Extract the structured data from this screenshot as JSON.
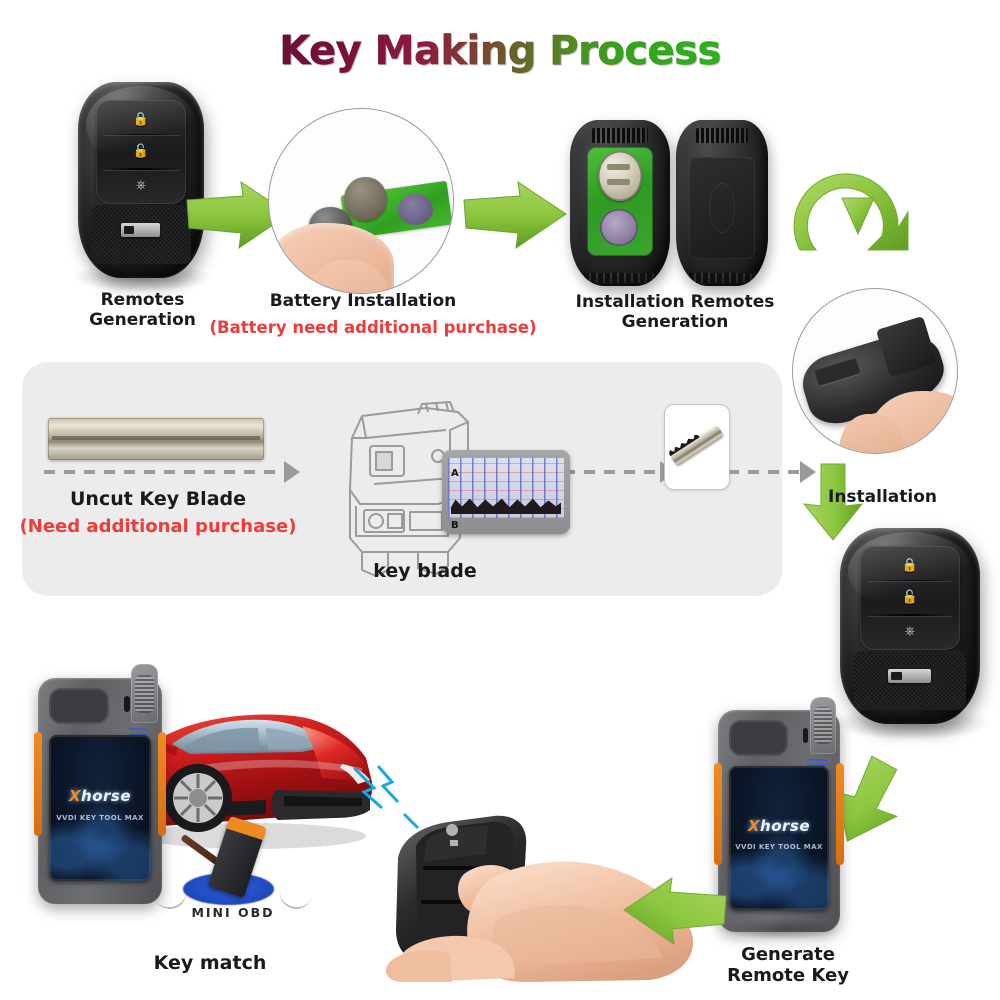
{
  "page": {
    "title_part1": "Key Making",
    "title_part2": "Process",
    "background_color": "#ffffff"
  },
  "colors": {
    "title_start": "#6b0f35",
    "title_end": "#2eb31a",
    "arrow_green": "#8cc63f",
    "note_red": "#ee3b3b",
    "panel_gray": "#ececec",
    "accent_orange": "#f08a22",
    "signal_blue": "#1ba7e0",
    "car_red": "#cc1f20"
  },
  "steps": [
    {
      "id": "remotes-generation",
      "label": "Remotes\nGeneration",
      "note": ""
    },
    {
      "id": "battery-installation",
      "label": "Battery Installation",
      "note": "(Battery need additional purchase)"
    },
    {
      "id": "installation-remotes-generation",
      "label": "Installation Remotes\nGeneration",
      "note": ""
    },
    {
      "id": "installation",
      "label": "Installation",
      "note": ""
    },
    {
      "id": "key-match",
      "label": "Key match",
      "note": ""
    },
    {
      "id": "generate-remote-key",
      "label": "Generate\nRemote Key",
      "note": ""
    }
  ],
  "blade_panel": {
    "uncut_label": "Uncut Key  Blade",
    "uncut_note": "(Need additional purchase)",
    "machine_label": "key blade",
    "screen_marker_a": "A",
    "screen_marker_b": "B"
  },
  "devices": {
    "xhorse_brand": "Xhorse",
    "xhorse_brand_x": "X",
    "xhorse_brand_rest": "horse",
    "xhorse_model": "VVDI KEY TOOL MAX",
    "obd_label": "MINI OBD"
  },
  "key_fob": {
    "lock_icon": "ὑ2",
    "unlock_icon": "unlock-icon",
    "trunk_icon": "trunk-icon",
    "buttons": [
      "lock",
      "unlock",
      "trunk"
    ]
  }
}
